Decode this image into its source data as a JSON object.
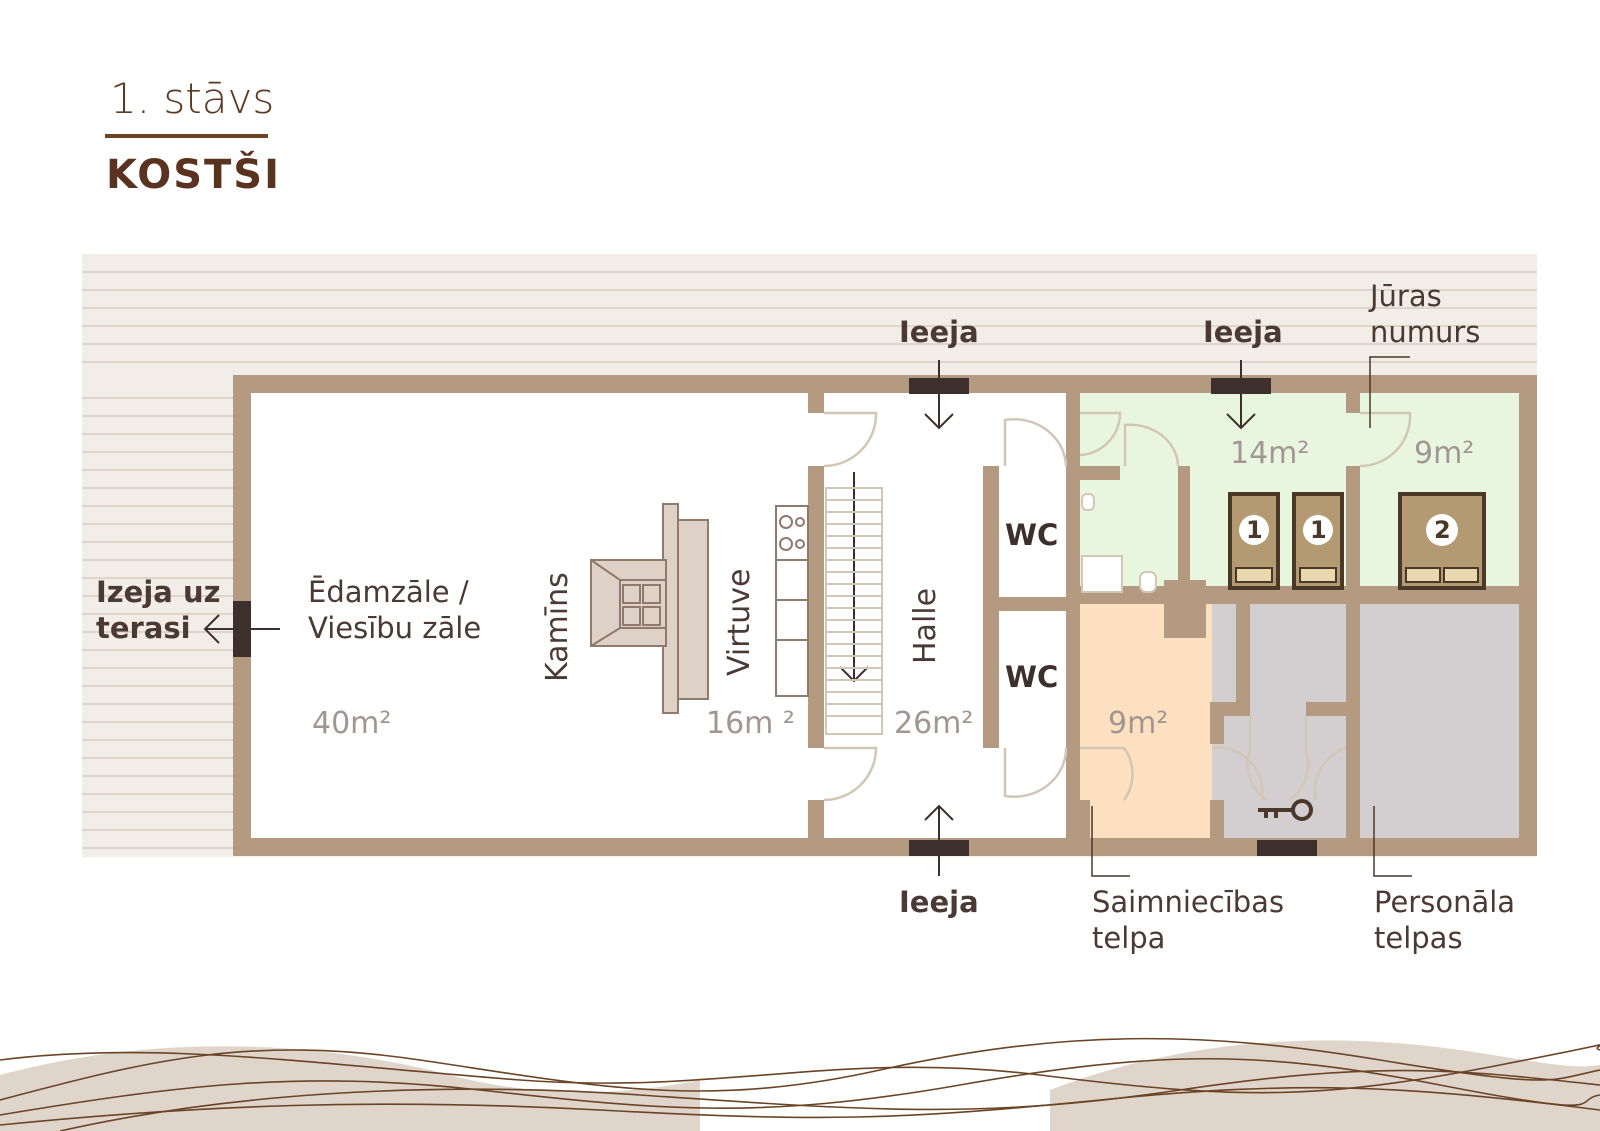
{
  "header": {
    "floor_title": "1. stāvs",
    "logo_text": "KOSTŠI"
  },
  "rooms": {
    "dining": {
      "label_line1": "Ēdamzāle /",
      "label_line2": "Viesību zāle",
      "area": "40m²"
    },
    "fireplace": {
      "label": "Kamīns"
    },
    "kitchen": {
      "label": "Virtuve",
      "area": "16m ²"
    },
    "hall": {
      "label": "Halle",
      "area": "26m²"
    },
    "wc_upper": {
      "label": "WC"
    },
    "wc_lower": {
      "label": "WC"
    },
    "sea_room_main": {
      "area": "14m²"
    },
    "sea_room_small": {
      "area": "9m²"
    },
    "utility": {
      "area": "9m²",
      "label_line1": "Saimniecības",
      "label_line2": "telpa"
    },
    "staff": {
      "label_line1": "Personāla",
      "label_line2": "telpas"
    }
  },
  "callouts": {
    "sea_room_line1": "Jūras",
    "sea_room_line2": "numurs",
    "terrace_exit_line1": "Izeja uz",
    "terrace_exit_line2": "terasi"
  },
  "entrances": {
    "top_left": "Ieeja",
    "top_right": "Ieeja",
    "bottom": "Ieeja"
  },
  "beds": {
    "bed_a": "1",
    "bed_b": "1",
    "bed_c": "2"
  },
  "icons": {
    "key": "key-icon",
    "arrow": "arrow-icon"
  },
  "colors": {
    "wall": "#b59a82",
    "door": "#d2c6b6",
    "deck": "#f2ede6",
    "deck_line": "#d6ccc2",
    "guest_room": "#e9f6df",
    "utility_room": "#fde0c0",
    "staff_room": "#d3cfd0",
    "entrance_mat": "#3d2f2b",
    "text": "#4b3a33",
    "area_text": "#a29693"
  }
}
